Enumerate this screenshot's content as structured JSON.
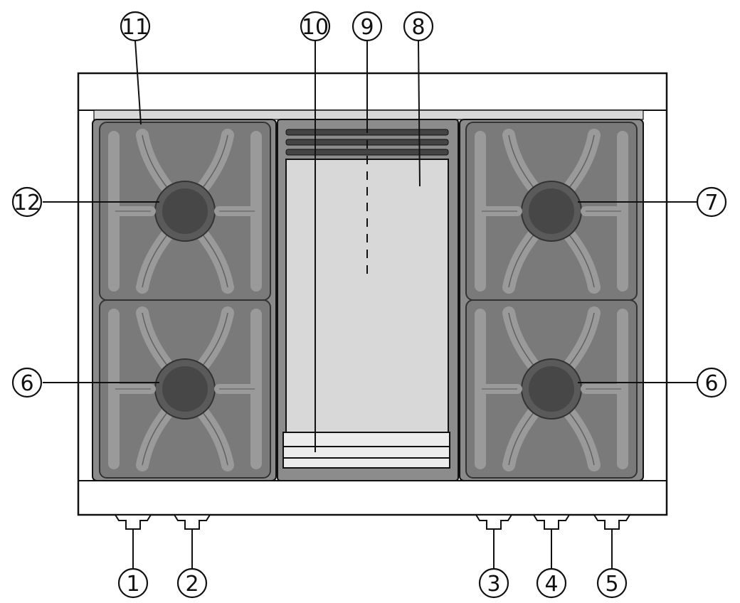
{
  "figure": {
    "callouts": [
      {
        "id": "c11",
        "label": "11"
      },
      {
        "id": "c10",
        "label": "10"
      },
      {
        "id": "c9",
        "label": "9"
      },
      {
        "id": "c8",
        "label": "8"
      },
      {
        "id": "c12",
        "label": "12"
      },
      {
        "id": "c7",
        "label": "7"
      },
      {
        "id": "c6-left",
        "label": "6"
      },
      {
        "id": "c6-right",
        "label": "6"
      },
      {
        "id": "c1",
        "label": "1"
      },
      {
        "id": "c2",
        "label": "2"
      },
      {
        "id": "c3",
        "label": "3"
      },
      {
        "id": "c4",
        "label": "4"
      },
      {
        "id": "c5",
        "label": "5"
      }
    ]
  },
  "colors": {
    "frame": "#ffffff",
    "grate": "#8e8e8e",
    "grate_dark": "#6d6d6d",
    "burner": "#4a4a4a",
    "griddle": "#d8d8d8",
    "outline": "#111111"
  }
}
